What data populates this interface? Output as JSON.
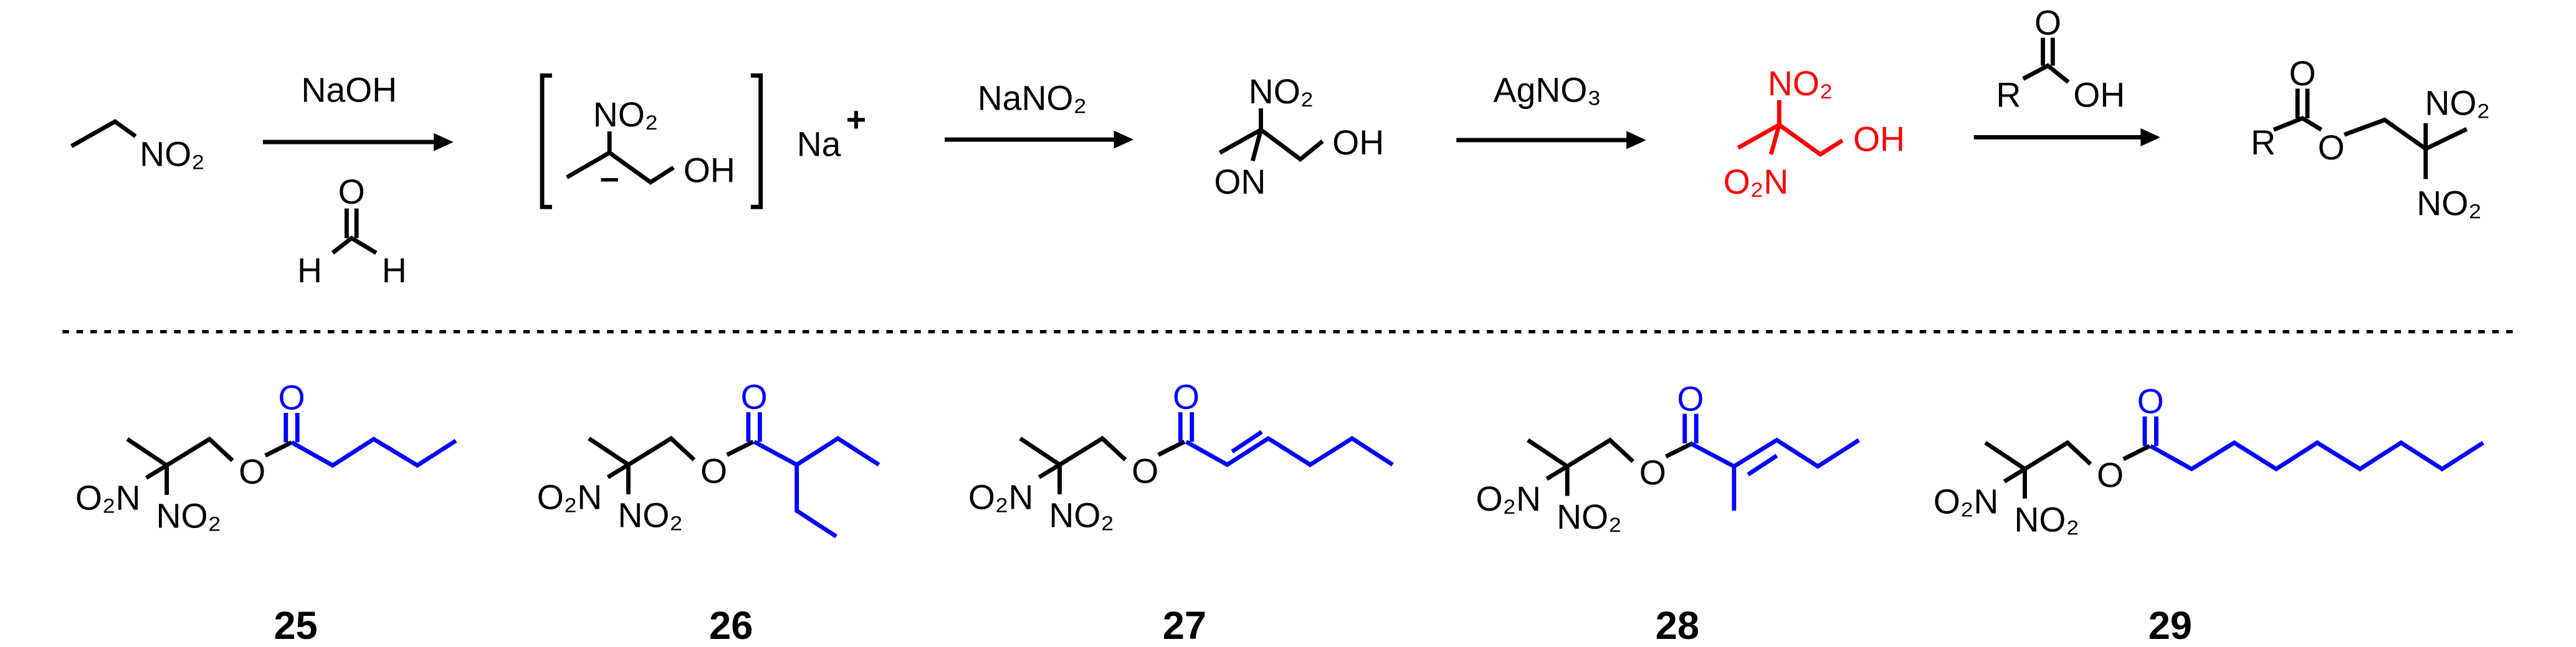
{
  "colors": {
    "default": "#000000",
    "highlight_intermediate": "#ff0000",
    "acyl_chain": "#0000ff"
  },
  "scheme": {
    "nitroethane": {
      "no2": "NO₂"
    },
    "step1": {
      "reagent": "NaOH",
      "formaldehyde": {
        "o": "O",
        "h1": "H",
        "h2": "H"
      }
    },
    "intermediate_salt": {
      "no2": "NO₂",
      "oh": "OH",
      "charge": "–",
      "counterion": "Na",
      "plus": "+"
    },
    "step2": {
      "reagent": "NaNO₂"
    },
    "nitroso_compound": {
      "no2": "NO₂",
      "on": "ON",
      "oh": "OH"
    },
    "step3": {
      "reagent": "AgNO₃"
    },
    "dinitro_alcohol": {
      "no2": "NO₂",
      "o2n": "O₂N",
      "oh": "OH"
    },
    "step4": {
      "acid": {
        "o": "O",
        "r": "R",
        "oh": "OH"
      }
    },
    "ester_product": {
      "o_carbonyl": "O",
      "r": "R",
      "o_ester": "O",
      "no2_top": "NO₂",
      "no2_bottom": "NO₂"
    }
  },
  "compounds": [
    {
      "id": "25",
      "o2n": "O₂N",
      "no2": "NO₂",
      "o_ester": "O",
      "o_carbonyl": "O"
    },
    {
      "id": "26",
      "o2n": "O₂N",
      "no2": "NO₂",
      "o_ester": "O",
      "o_carbonyl": "O"
    },
    {
      "id": "27",
      "o2n": "O₂N",
      "no2": "NO₂",
      "o_ester": "O",
      "o_carbonyl": "O"
    },
    {
      "id": "28",
      "o2n": "O₂N",
      "no2": "NO₂",
      "o_ester": "O",
      "o_carbonyl": "O"
    },
    {
      "id": "29",
      "o2n": "O₂N",
      "no2": "NO₂",
      "o_ester": "O",
      "o_carbonyl": "O"
    }
  ]
}
